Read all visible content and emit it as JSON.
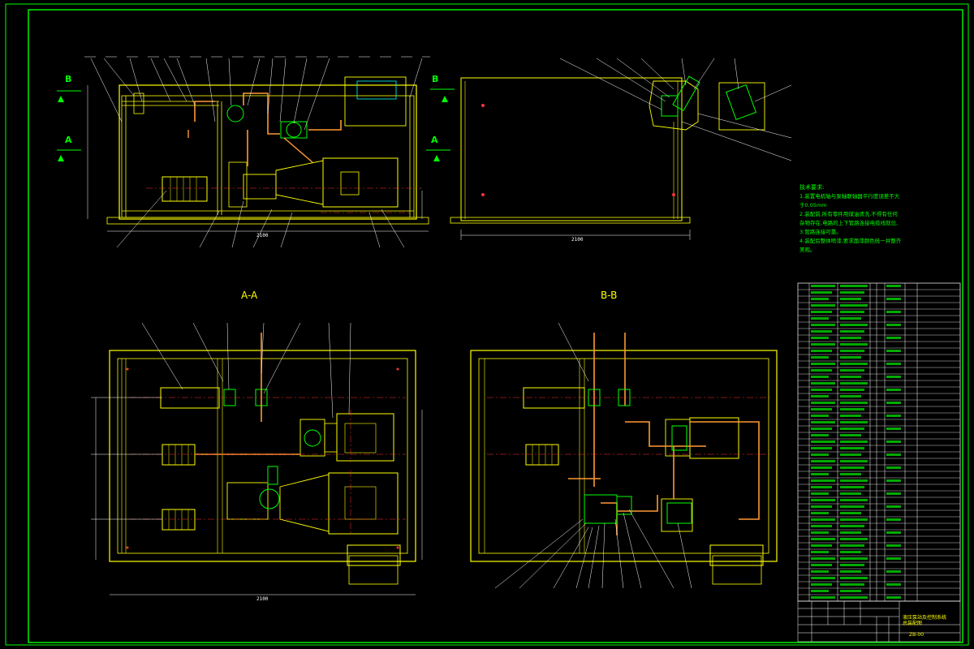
{
  "drawing": {
    "colors": {
      "background": "#000000",
      "border": "#00ff00",
      "outline": "#ffff00",
      "dimension": "#ffffff",
      "piping": "#ff9933",
      "center": "#ff3333",
      "leader": "#ffffff",
      "component": "#00ffff"
    },
    "views": {
      "section_a": "A-A",
      "section_b": "B-B",
      "marker_a": "A",
      "marker_b": "B"
    },
    "dimensions": {
      "front_width": "2100",
      "side_width": "2100",
      "plan_width": "2100"
    },
    "notes": {
      "heading": "技术要求:",
      "lines": [
        "1.装置电机轴与泵轴联轴器平行度误差不大",
        "于0.05mm",
        "2.装配前,所有零件用煤油清洗,不得有任何",
        "杂物存在,电路的上下管路连接电缆线就位,",
        "3.管路连接可靠。",
        "4.装配后整体喷漆,要求面漆颜色统一并整齐",
        "美观。"
      ]
    },
    "title_block": {
      "name": "液压泵站及控制系统",
      "subname": "总装配图",
      "drawing_no": "ZB-00"
    }
  }
}
